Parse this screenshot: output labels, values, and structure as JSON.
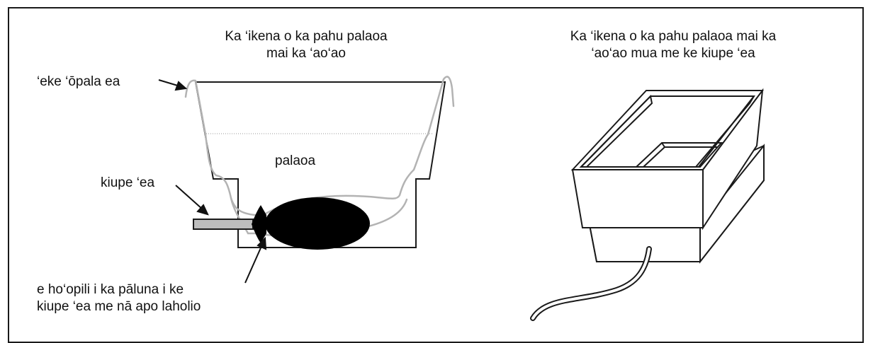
{
  "diagram": {
    "left_panel": {
      "title": "Ka ‘ikena o ka pahu palaoa\nmai ka ‘ao‘ao",
      "labels": {
        "bag": "‘eke ‘ōpala ea",
        "flour": "palaoa",
        "pipe": "kiupe ‘ea",
        "seal": "e ho‘opili i ka pāluna i ke\nkiupe ‘ea me nā apo laholio"
      }
    },
    "right_panel": {
      "title": "Ka ‘ikena o ka pahu palaoa mai ka\n‘ao‘ao mua me ke kiupe ‘ea"
    },
    "colors": {
      "line": "#1a1a1a",
      "bag_gray": "#b3b3b3",
      "pipe_gray": "#bdbdbd",
      "balloon": "#000000"
    }
  }
}
